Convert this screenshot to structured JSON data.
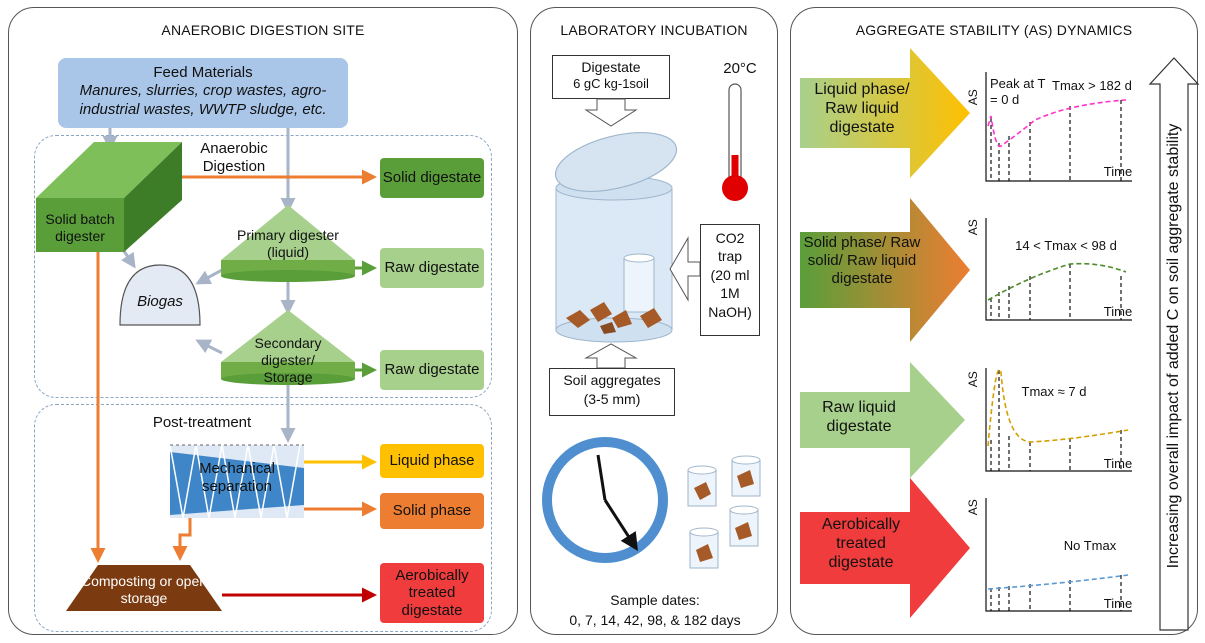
{
  "panel1": {
    "title": "ANAEROBIC DIGESTION SITE",
    "feed_title": "Feed Materials",
    "feed_text": "Manures, slurries, crop wastes, agro-industrial wastes, WWTP sludge, etc.",
    "ad_label": "Anaerobic Digestion",
    "post_label": "Post-treatment",
    "solid_batch": "Solid batch digester",
    "primary": "Primary digester (liquid)",
    "secondary": "Secondary digester/ Storage",
    "biogas": "Biogas",
    "mechanical": "Mechanical separation",
    "composting": "Composting or open storage",
    "outputs": {
      "solid_digestate": "Solid digestate",
      "raw1": "Raw digestate",
      "raw2": "Raw digestate",
      "liquid_phase": "Liquid phase",
      "solid_phase": "Solid phase",
      "aerobic": "Aerobically treated digestate"
    },
    "colors": {
      "feed": "#a9c6e8",
      "dark_green": "#5a9e3a",
      "light_green": "#a8d08d",
      "yellow": "#ffc000",
      "orange": "#ed7d31",
      "red": "#f03c3c",
      "brown": "#7b3a10",
      "arrow_orange": "#ed7d31",
      "arrow_grey": "#a8b4c8",
      "arrow_red": "#c00000"
    }
  },
  "panel2": {
    "title": "LABORATORY INCUBATION",
    "digestate_line1": "Digestate",
    "digestate_line2": "6 gC kg-1soil",
    "temperature": "20°C",
    "trap": [
      "CO2",
      "trap",
      "(20 ml",
      "1M",
      "NaOH)"
    ],
    "soil_line1": "Soil aggregates",
    "soil_line2": "(3-5 mm)",
    "sample_line1": "Sample dates:",
    "sample_line2": "0, 7, 14, 42, 98,  & 182 days"
  },
  "panel3": {
    "title": "AGGREGATE STABILITY (AS) DYNAMICS",
    "side_text": "Increasing overall impact of added C on soil aggregate stability",
    "rows": [
      {
        "arrow": "Liquid phase/ Raw liquid digestate",
        "ann": "Peak at T = 0 d",
        "ann2": "Tmax > 182 d"
      },
      {
        "arrow": "Solid phase/ Raw solid/ Raw liquid digestate",
        "ann": "14 < Tmax < 98 d"
      },
      {
        "arrow": "Raw liquid digestate",
        "ann": "Tmax ≈ 7 d"
      },
      {
        "arrow": "Aerobically treated digestate",
        "ann": "No Tmax"
      }
    ],
    "axis_y": "AS",
    "axis_x": "Time"
  }
}
